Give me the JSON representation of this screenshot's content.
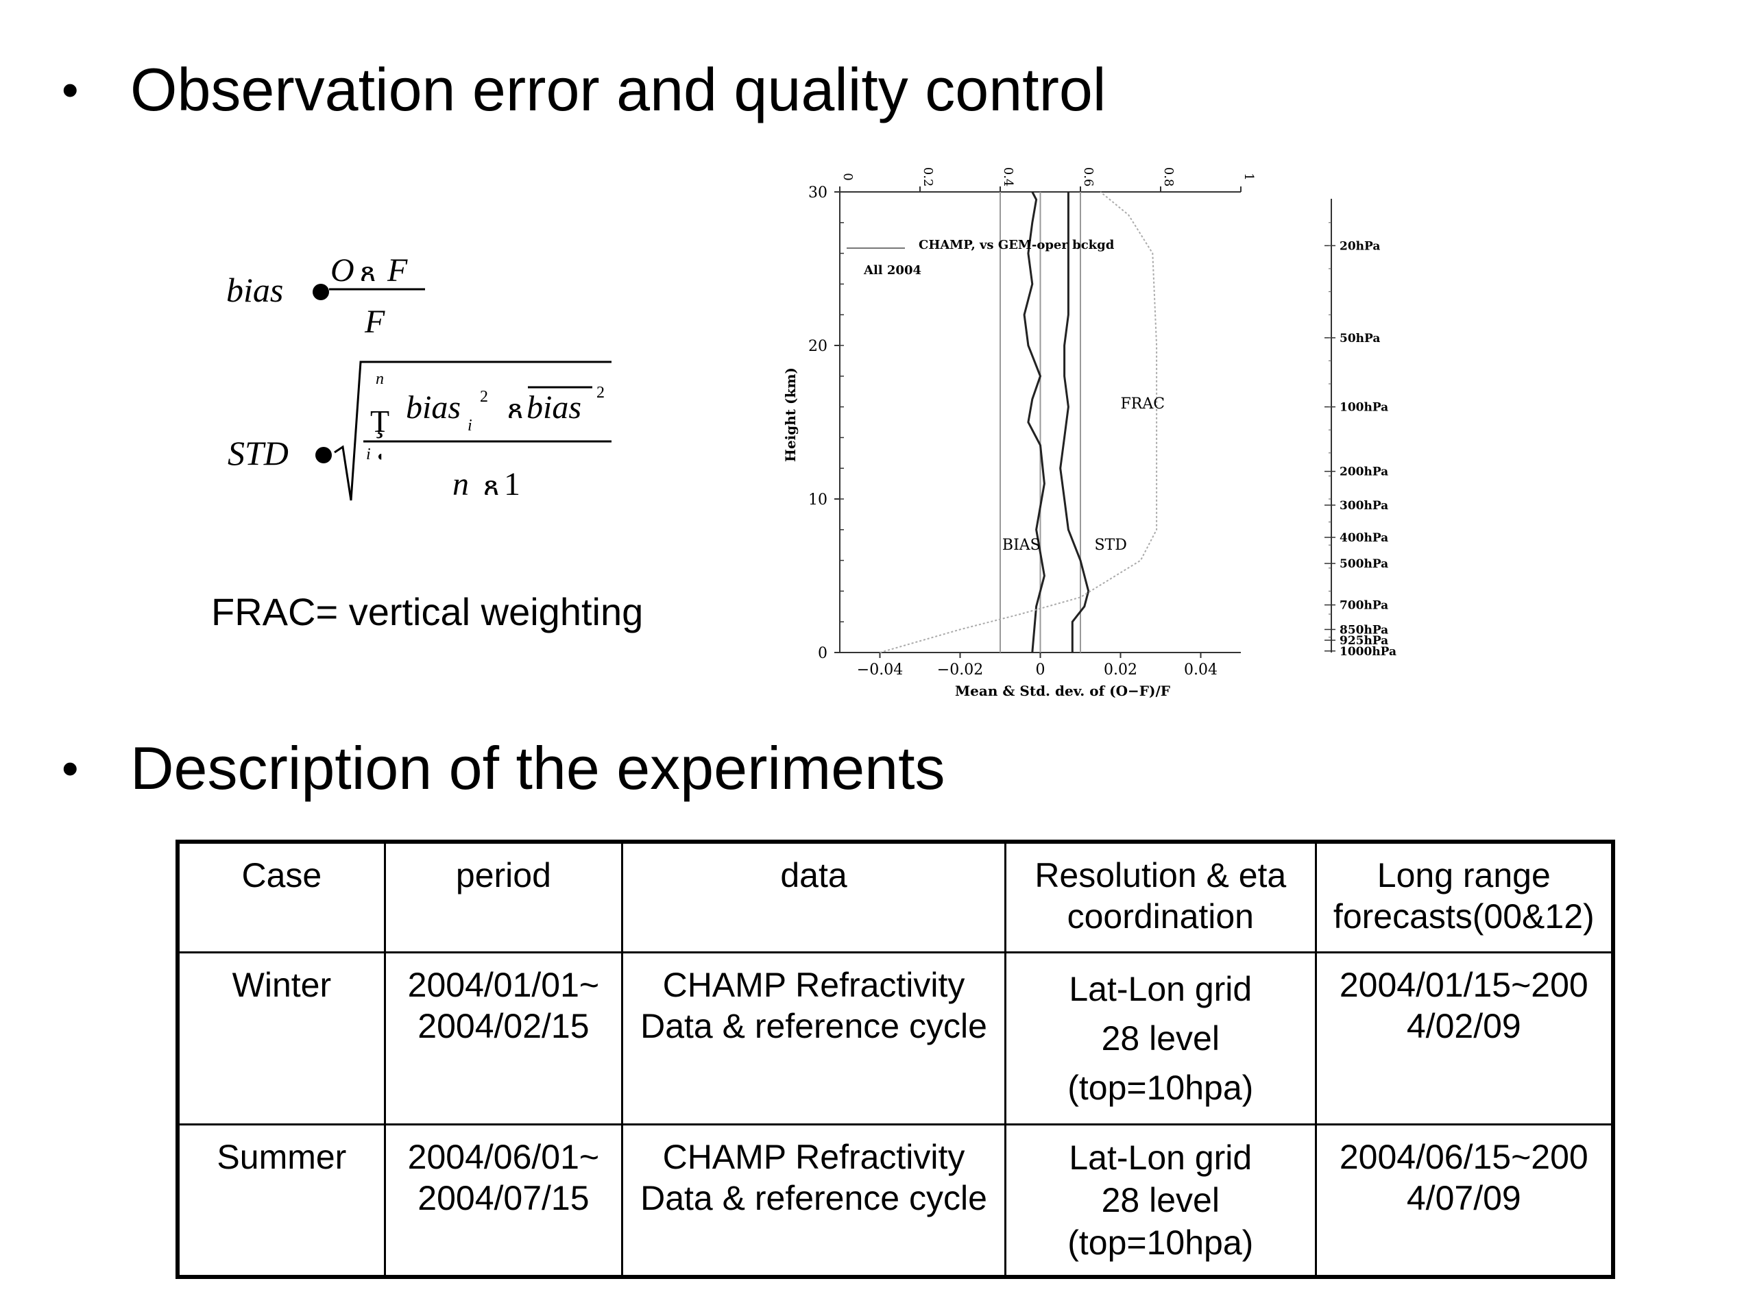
{
  "section1": {
    "bullet": "•",
    "title": "Observation error and quality control"
  },
  "formula": {
    "bias_lhs": "bias",
    "bias_num_o": "O",
    "bias_num_f": "F",
    "bias_den": "F",
    "std_lhs": "STD",
    "sum_upper": "n",
    "sum_lower": "i",
    "sum_term": "bias",
    "sub_i": "i",
    "exp2": "2",
    "bar_term": "bias",
    "den_n": "n",
    "den_1": "1"
  },
  "frac_note": "FRAC= vertical weighting",
  "chart_data": {
    "type": "line",
    "title": "CHAMP, vs GEM-oper bckgd",
    "subtitle": "All 2004",
    "xlabel": "Mean & Std. dev. of (O−F)/F",
    "ylabel": "Height (km)",
    "xlim": [
      -0.05,
      0.05
    ],
    "ylim": [
      0,
      30
    ],
    "x_ticks": [
      "−0.04",
      "−0.02",
      "0",
      "0.02",
      "0.04"
    ],
    "y_ticks": [
      "0",
      "10",
      "20",
      "30"
    ],
    "top_ticks": [
      "0",
      "0.2",
      "0.4",
      "0.6",
      "0.8",
      "1"
    ],
    "pressure_levels": [
      {
        "label": "20hPa",
        "height": 26.5
      },
      {
        "label": "50hPa",
        "height": 20.5
      },
      {
        "label": "100hPa",
        "height": 16
      },
      {
        "label": "200hPa",
        "height": 11.8
      },
      {
        "label": "300hPa",
        "height": 9.6
      },
      {
        "label": "400hPa",
        "height": 7.5
      },
      {
        "label": "500hPa",
        "height": 5.8
      },
      {
        "label": "700hPa",
        "height": 3.1
      },
      {
        "label": "850hPa",
        "height": 1.5
      },
      {
        "label": "925hPa",
        "height": 0.8
      },
      {
        "label": "1000hPa",
        "height": 0.1
      }
    ],
    "series": [
      {
        "name": "BIAS",
        "x": [
          -0.002,
          -0.001,
          0.001,
          -0.001,
          0.001,
          0.0,
          -0.003,
          -0.002,
          0.0,
          -0.003,
          -0.004,
          -0.002,
          -0.003,
          -0.002,
          -0.001,
          -0.002
        ],
        "y": [
          0,
          3,
          5,
          8,
          11,
          13.5,
          15,
          16.5,
          18,
          20,
          22,
          24,
          26,
          28,
          29.5,
          30
        ]
      },
      {
        "name": "STD",
        "x": [
          0.008,
          0.008,
          0.011,
          0.012,
          0.01,
          0.007,
          0.006,
          0.005,
          0.006,
          0.007,
          0.006,
          0.006,
          0.007,
          0.007,
          0.007,
          0.007
        ],
        "y": [
          0,
          2,
          3,
          4,
          6,
          8,
          10,
          12,
          14,
          16,
          18,
          20,
          22,
          24,
          27,
          30
        ]
      },
      {
        "name": "FRAC",
        "x": [
          -0.04,
          -0.02,
          -0.005,
          0.01,
          0.025,
          0.029,
          0.029,
          0.029,
          0.028,
          0.022,
          0.015
        ],
        "y": [
          0,
          1.5,
          2.5,
          3.6,
          6,
          8,
          15,
          20,
          26,
          28.5,
          30
        ]
      }
    ],
    "reference_lines": [
      -0.01,
      0,
      0.01
    ],
    "annotations": [
      "BIAS",
      "STD",
      "FRAC"
    ]
  },
  "section2": {
    "bullet": "•",
    "title": "Description of the experiments"
  },
  "table": {
    "headers": [
      "Case",
      "period",
      "data",
      "Resolution & eta coordination",
      "Long range forecasts(00&12)"
    ],
    "rows": [
      {
        "case": "Winter",
        "period_l1": "2004/01/01~",
        "period_l2": "2004/02/15",
        "data_l1": "CHAMP Refractivity",
        "data_l2": "Data & reference cycle",
        "res_l1": "Lat-Lon grid",
        "res_l2": "28 level",
        "res_l3": "(top=10hpa)",
        "fc_l1": "2004/01/15~200",
        "fc_l2": "4/02/09"
      },
      {
        "case": "Summer",
        "period_l1": "2004/06/01~",
        "period_l2": "2004/07/15",
        "data_l1": "CHAMP Refractivity",
        "data_l2": "Data & reference cycle",
        "res_l1": "Lat-Lon grid",
        "res_l2": "28 level",
        "res_l3": "(top=10hpa)",
        "fc_l1": "2004/06/15~200",
        "fc_l2": "4/07/09"
      }
    ]
  }
}
